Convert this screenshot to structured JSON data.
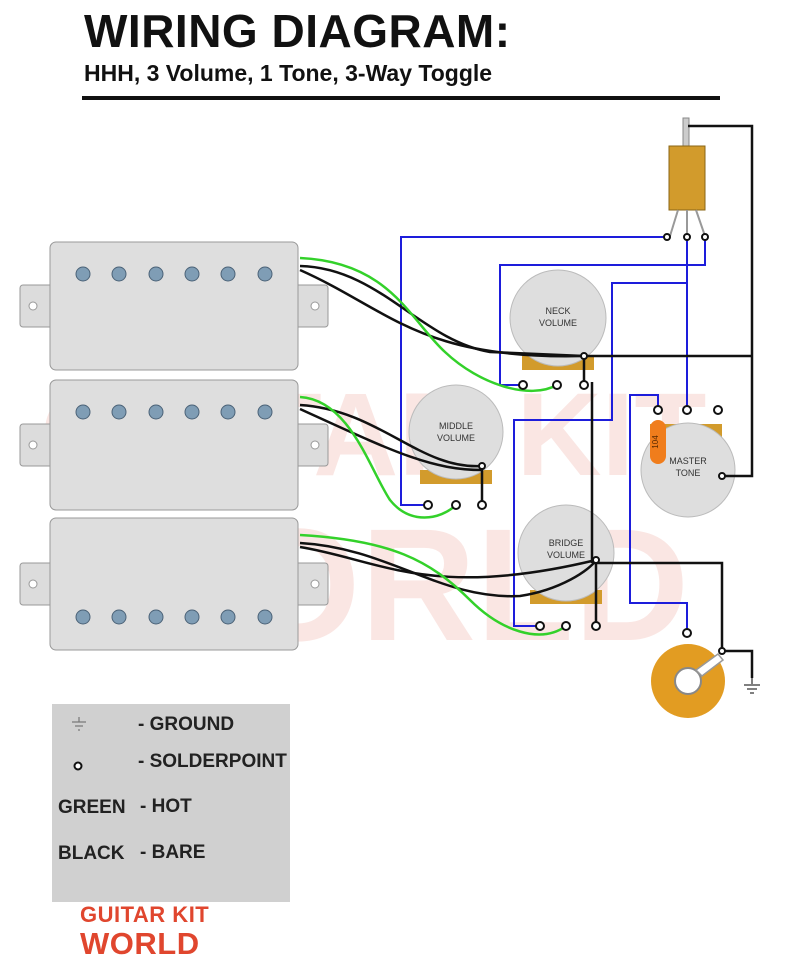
{
  "header": {
    "title": "WIRING DIAGRAM:",
    "subtitle": "HHH, 3 Volume, 1 Tone,  3-Way Toggle"
  },
  "watermark": {
    "line1": "GUITAR KIT",
    "line2": "WORLD"
  },
  "components": {
    "neck_volume": {
      "line1": "NECK",
      "line2": "VOLUME"
    },
    "middle_volume": {
      "line1": "MIDDLE",
      "line2": "VOLUME"
    },
    "bridge_volume": {
      "line1": "BRIDGE",
      "line2": "VOLUME"
    },
    "master_tone": {
      "line1": "MASTER",
      "line2": "TONE"
    },
    "capacitor_label": "104"
  },
  "legend": {
    "ground": "- GROUND",
    "solderpoint": "- SOLDERPOINT",
    "green_key": "GREEN",
    "green_value": "- HOT",
    "black_key": "BLACK",
    "black_value": "- BARE"
  },
  "brand": {
    "line1": "GUITAR KIT",
    "line2": "WORLD"
  },
  "colors": {
    "hot_wire": "#33d12a",
    "bare_wire": "#111111",
    "signal_wire": "#1d1ddb",
    "pickup_body": "#dcdcdc",
    "pole_piece": "#7f9db5",
    "pot_body": "#dedede",
    "pot_bracket": "#d29b2c",
    "jack": "#e29c22",
    "capacitor": "#f07d1c",
    "brand_red": "#e0462e"
  }
}
